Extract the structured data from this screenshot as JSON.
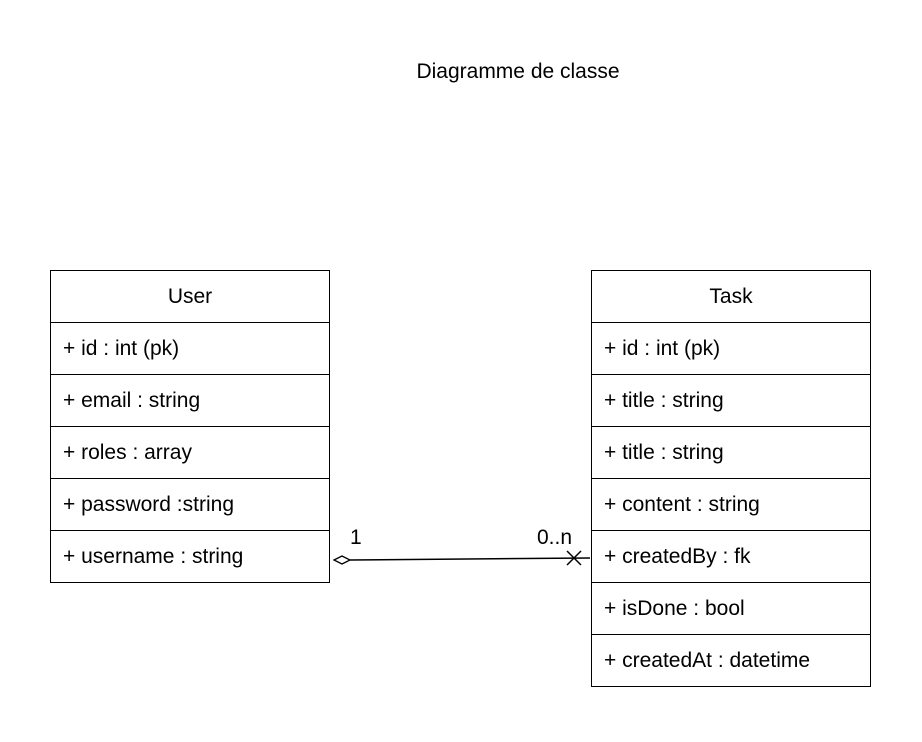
{
  "diagram": {
    "title": "Diagramme de classe",
    "classes": [
      {
        "name": "User",
        "attributes": [
          "+ id : int (pk)",
          "+ email : string",
          "+ roles : array",
          "+ password :string",
          "+ username : string"
        ]
      },
      {
        "name": "Task",
        "attributes": [
          "+ id : int (pk)",
          "+ title : string",
          "+ title : string",
          "+ content : string",
          "+ createdBy : fk",
          "+ isDone : bool",
          "+ createdAt : datetime"
        ]
      }
    ],
    "association": {
      "source_multiplicity": "1",
      "target_multiplicity": "0..n",
      "source_end": "aggregation-diamond",
      "target_end": "cross"
    }
  }
}
